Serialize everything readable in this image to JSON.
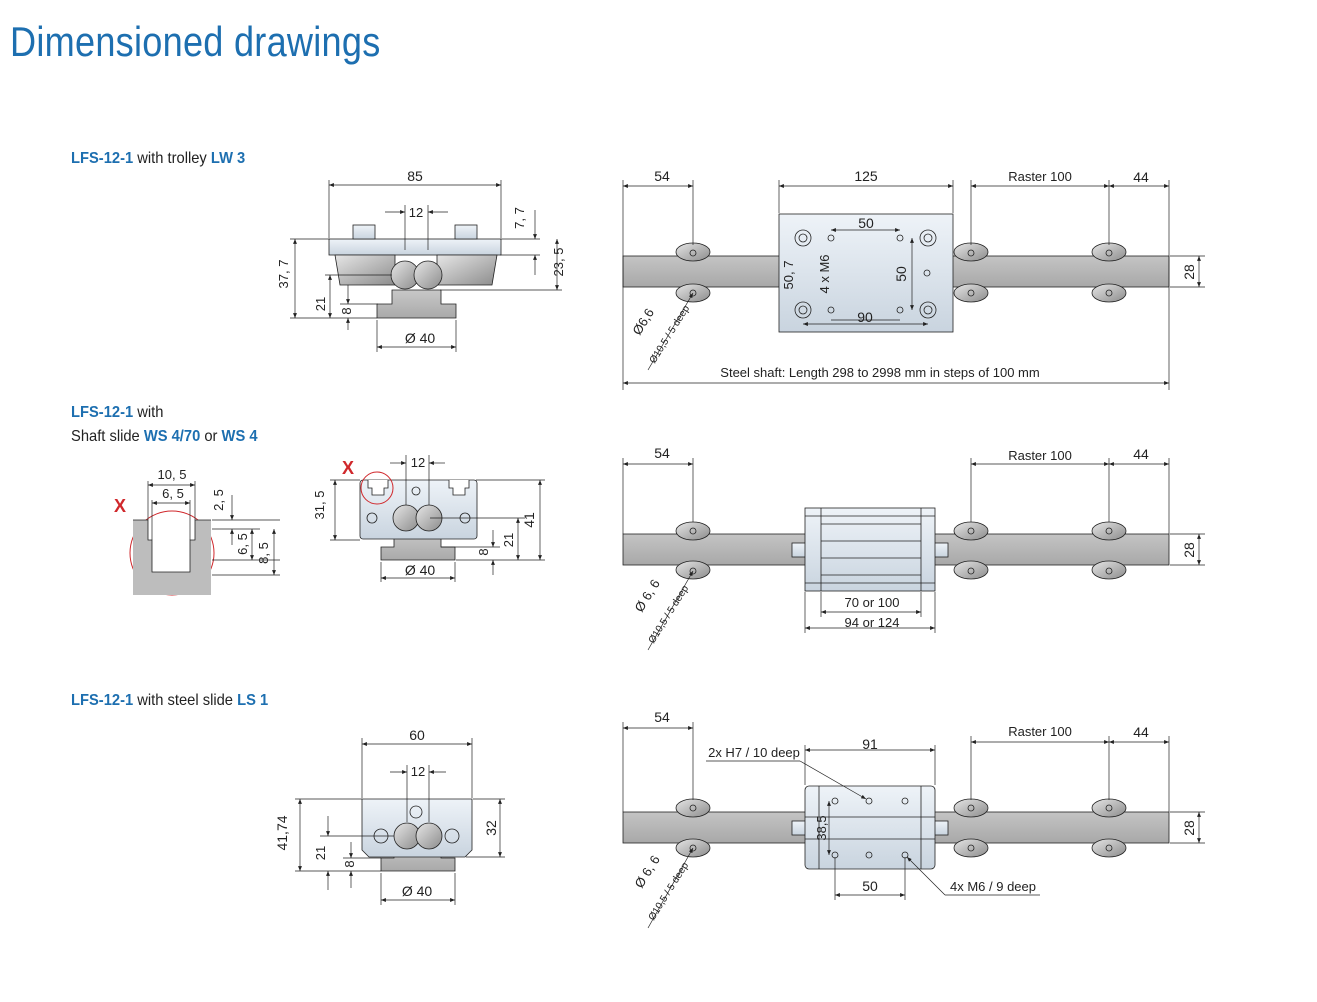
{
  "page": {
    "title": "Dimensioned drawings"
  },
  "colors": {
    "title": "#1d6fb0",
    "product": "#1d6fb0",
    "marker": "#d0282c",
    "shaft": "#b5b5b5",
    "plate": "#dfe7f0"
  },
  "sections": [
    {
      "caption_line1": {
        "product": "LFS-12-1",
        "mid": " with trolley ",
        "part": "LW 3"
      },
      "front": {
        "width": "85",
        "gap": "12",
        "top_h": "7, 7",
        "total_h": "37, 7",
        "side_h": "23, 5",
        "low_h": "21",
        "base_h": "8",
        "dia": "Ø 40"
      },
      "top": {
        "left": "54",
        "carriage": "125",
        "raster": "Raster 100",
        "right": "44",
        "inner_w": "50",
        "bolt": "4 x M6",
        "side": "50, 7",
        "inner_h": "50",
        "bottom_w": "90",
        "shaft_h": "28",
        "hole_d": "Ø6,6",
        "cbore": "Ø10,5 / 5 deep",
        "shaft_note": "Steel shaft: Length 298 to 2998 mm in steps of 100 mm"
      }
    },
    {
      "caption_line1": {
        "product": "LFS-12-1",
        "mid": " with"
      },
      "caption_line2": {
        "pre": "Shaft slide ",
        "part1": "WS 4/70",
        "mid": " or ",
        "part2": "WS 4"
      },
      "detail": {
        "marker": "X",
        "w1": "10, 5",
        "w2": "6, 5",
        "h1": "2, 5",
        "h2": "6, 5",
        "h3": "8, 5"
      },
      "front": {
        "marker": "X",
        "gap": "12",
        "left_h": "31, 5",
        "total_h": "41",
        "low_h": "21",
        "base_h": "8",
        "dia": "Ø 40"
      },
      "top": {
        "left": "54",
        "raster": "Raster 100",
        "right": "44",
        "shaft_h": "28",
        "hole_d": "Ø 6, 6",
        "cbore": "Ø10,5 / 5 deep",
        "len1": "70 or 100",
        "len2": "94 or 124"
      }
    },
    {
      "caption_line1": {
        "product": "LFS-12-1",
        "mid": " with steel slide ",
        "part": "LS 1"
      },
      "front": {
        "width": "60",
        "gap": "12",
        "total_h": "41,74",
        "side_h": "32",
        "low_h": "21",
        "base_h": "8",
        "dia": "Ø 40"
      },
      "top": {
        "left": "54",
        "carriage": "91",
        "raster": "Raster 100",
        "right": "44",
        "pin_note": "2x H7 / 10 deep",
        "inner_h": "38,5",
        "inner_w": "50",
        "thread_note": "4x M6 / 9 deep",
        "shaft_h": "28",
        "hole_d": "Ø 6, 6",
        "cbore": "Ø10,5 / 5 deep"
      }
    }
  ]
}
